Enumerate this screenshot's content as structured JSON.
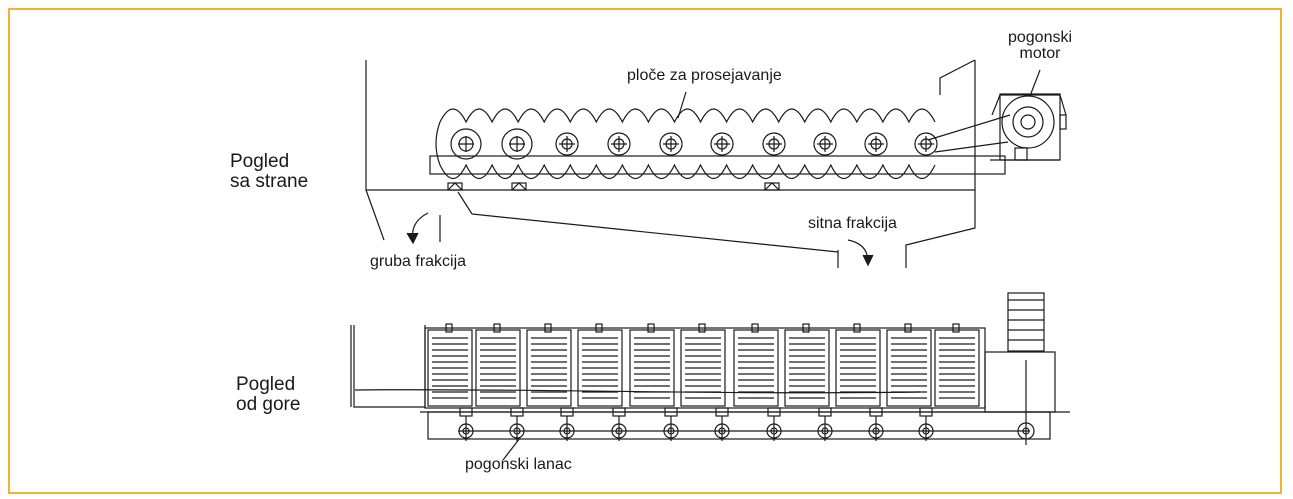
{
  "labels": {
    "side_view": "Pogled\nsa strane",
    "top_view": "Pogled\nod gore",
    "screening_plates": "ploče za prosejavanje",
    "drive_motor": "pogonski\nmotor",
    "coarse_fraction": "gruba frakcija",
    "fine_fraction": "sitna frakcija",
    "drive_chain": "pogonski lanac"
  },
  "colors": {
    "frame": "#f2b233",
    "line": "#1a1a1a"
  }
}
